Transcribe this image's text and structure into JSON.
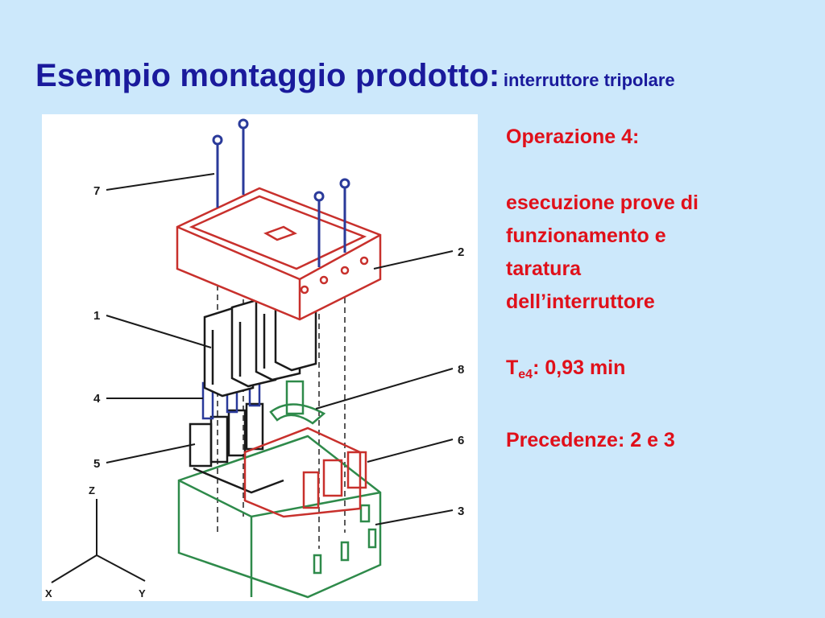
{
  "title": {
    "main": "Esempio montaggio prodotto:",
    "sub": "interruttore tripolare"
  },
  "operation": {
    "heading": "Operazione 4:",
    "description_lines": [
      "esecuzione prove di",
      "funzionamento e",
      "taratura",
      "dell’interruttore"
    ],
    "time_symbol": "T",
    "time_subscript": "e4",
    "time_value": ": 0,93 min",
    "precedences": "Precedenze: 2 e 3"
  },
  "figure": {
    "labels": [
      "7",
      "2",
      "1",
      "8",
      "4",
      "6",
      "5",
      "3"
    ],
    "axes": [
      "Z",
      "X",
      "Y"
    ],
    "colors": {
      "cover": "#c8302c",
      "base": "#2e8a4a",
      "screw": "#2a3a9a",
      "link": "#2a3a9a",
      "body": "#1a1a1a",
      "part": "#c8302c",
      "lever": "#2e8a4a"
    }
  }
}
